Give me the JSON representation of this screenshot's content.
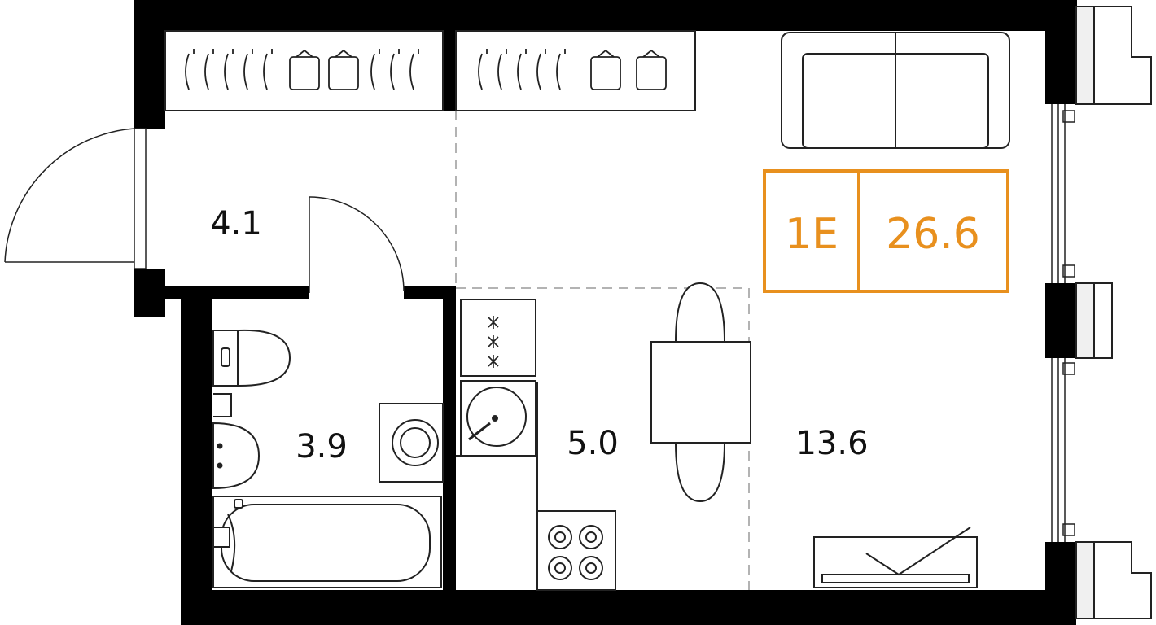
{
  "plan": {
    "unit_badge": {
      "type_label": "1E",
      "total_area": "26.6",
      "color": "#E8901E"
    },
    "rooms": [
      {
        "id": "hallway",
        "area": "4.1"
      },
      {
        "id": "bathroom",
        "area": "3.9"
      },
      {
        "id": "kitchen",
        "area": "5.0"
      },
      {
        "id": "living-room",
        "area": "13.6"
      }
    ],
    "colors": {
      "wall": "#000000",
      "line": "#222222",
      "dashed": "#9a9a9a",
      "background": "#ffffff"
    }
  }
}
